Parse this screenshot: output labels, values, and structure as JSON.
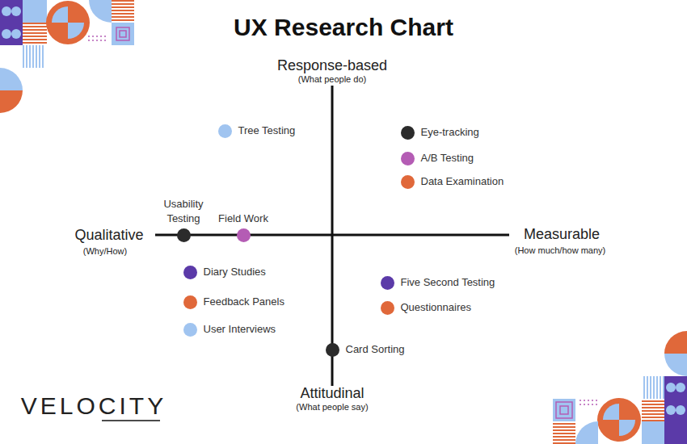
{
  "diagram": {
    "title": "UX Research Chart",
    "nodes": [
      {
        "text": [
          "Tree Testing"
        ]
      },
      {
        "text": [
          "Eye-tracking"
        ]
      },
      {
        "text": [
          "A/B Testing"
        ]
      },
      {
        "text": [
          "Data Examination"
        ]
      },
      {
        "text": [
          "Usability Testing"
        ]
      },
      {
        "text": [
          "Field Work"
        ]
      },
      {
        "text": [
          "Diary Studies"
        ]
      },
      {
        "text": [
          "Five Second Testing"
        ]
      },
      {
        "text": [
          "Feedback Panels"
        ]
      },
      {
        "text": [
          "Questionnaires"
        ]
      },
      {
        "text": [
          "User Interviews"
        ]
      },
      {
        "text": [
          "Card Sorting"
        ]
      }
    ],
    "labels": [
      "Response-based",
      "(What people do)",
      "Qualitative",
      "(Why/How)",
      "Measurable",
      "(How much/how many)",
      "Attitudinal",
      "(What people say)",
      "VELOCITY"
    ]
  }
}
